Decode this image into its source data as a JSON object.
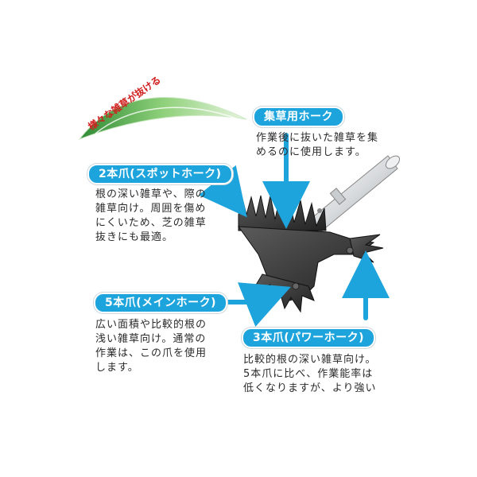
{
  "banner": {
    "text": "様々な雑草が抜ける"
  },
  "labels": {
    "collect": {
      "title": "集草用ホーク",
      "description": "作業後に抜いた雑草を集\nめるのに使用します。"
    },
    "two_prong": {
      "title": "2本爪(スポットホーク)",
      "description": "根の深い雑草や、際の\n雑草向け。周囲を傷め\nにくいため、芝の雑草\n抜きにも最適。"
    },
    "five_prong": {
      "title": "5本爪(メインホーク)",
      "description": "広い面積や比較的根の\n浅い雑草向け。通常の\n作業は、この爪を使用\nします。"
    },
    "three_prong": {
      "title": "3本爪(パワーホーク)",
      "description": "比較的根の深い雑草向け。\n5本爪に比べ、作業能率は\n低くなりますが、より強い"
    }
  },
  "colors": {
    "accent": "#1ea4dc",
    "banner_text": "#d11e1e",
    "leaf": "#4aa84a",
    "tool": "#3a3a3a"
  }
}
